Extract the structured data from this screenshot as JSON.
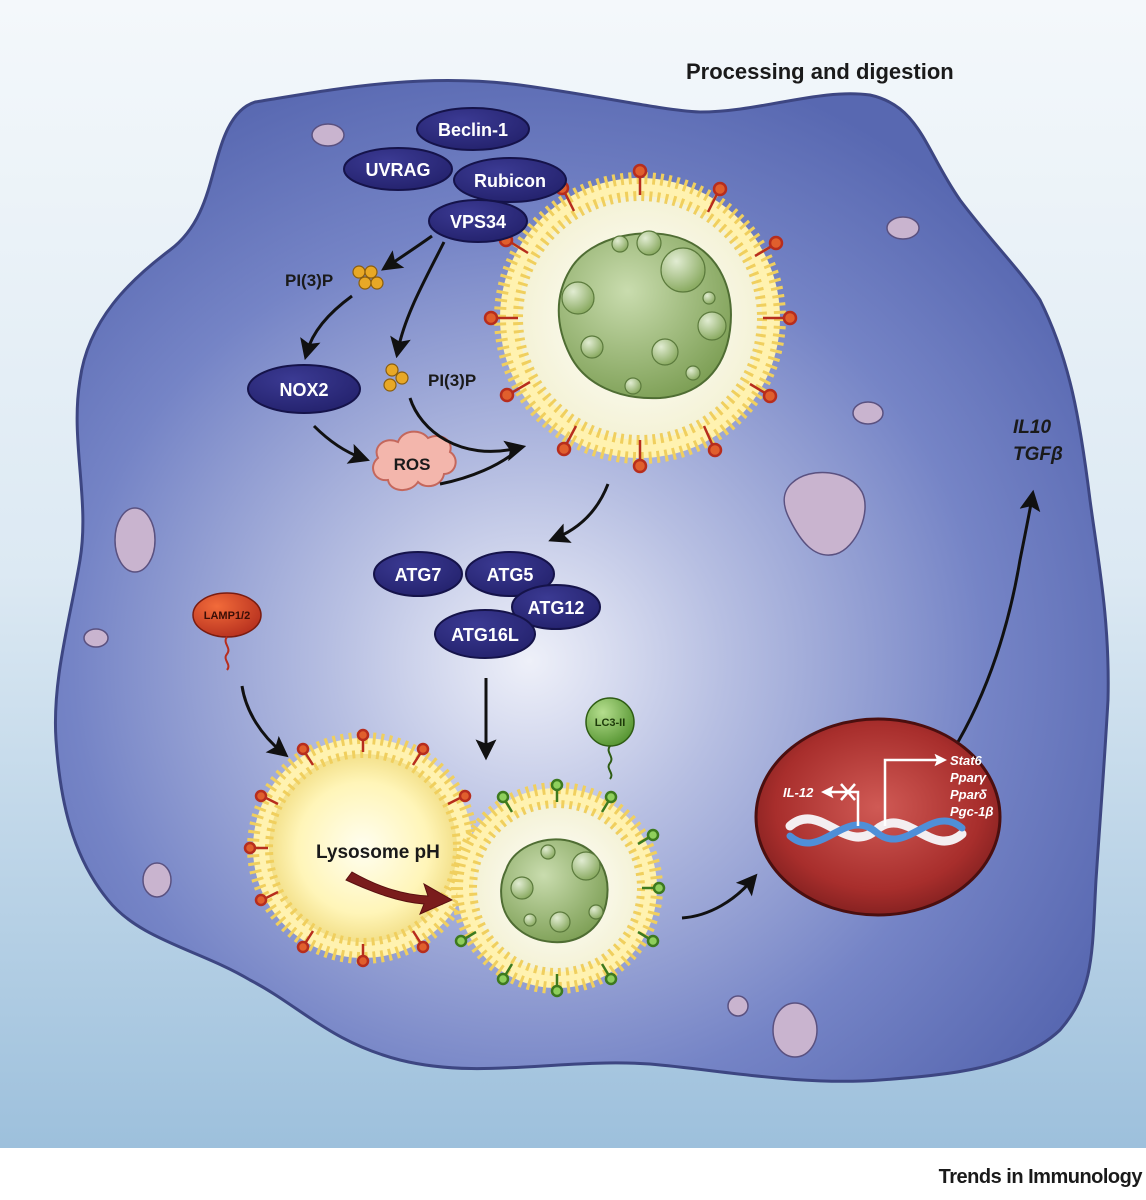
{
  "title": "Processing and digestion",
  "complex": {
    "beclin": "Beclin-1",
    "uvrag": "UVRAG",
    "rubicon": "Rubicon",
    "vps34": "VPS34"
  },
  "pi3p_label": "PI(3)P",
  "nox2": "NOX2",
  "ros": "ROS",
  "atg": {
    "atg7": "ATG7",
    "atg5": "ATG5",
    "atg12": "ATG12",
    "atg16l": "ATG16L"
  },
  "lamp": "LAMP1/2",
  "lc3": "LC3-II",
  "lysosome_label": "Lysosome pH",
  "nucleus": {
    "il12": "IL-12",
    "genes": [
      "Stat6",
      "Pparγ",
      "Pparδ",
      "Pgc-1β"
    ]
  },
  "secreted": [
    "IL10",
    "TGFβ"
  ],
  "credit": "Trends in Immunology",
  "colors": {
    "cell": "#5d6fb8",
    "protein": "#2f2c7e",
    "phagosome": "#8fb36a",
    "lamp": "#d9532a",
    "lc3": "#7ab648",
    "nucleus": "#a32a2a",
    "ros": "#f0a8a0"
  }
}
